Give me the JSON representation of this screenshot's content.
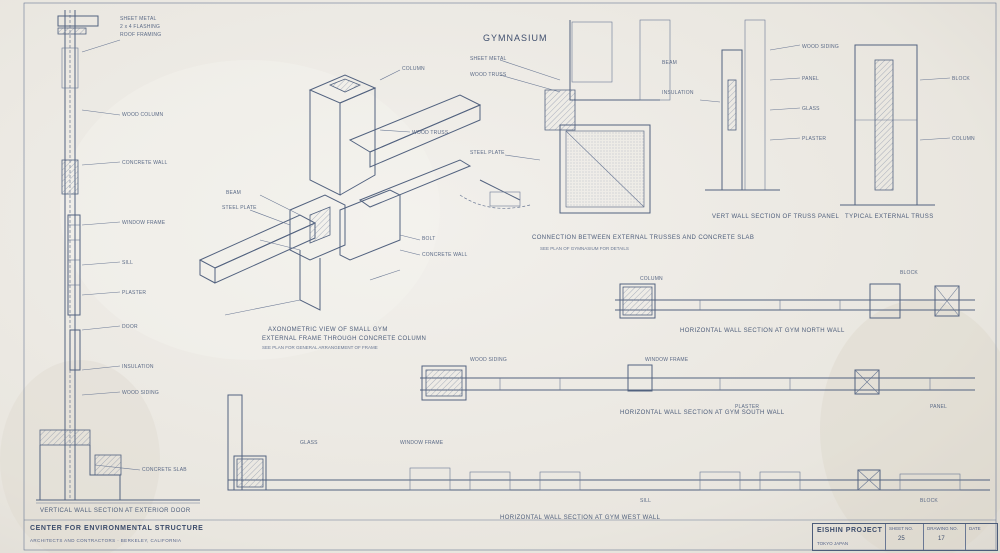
{
  "gym_title": "GYMNASIUM",
  "title_block": {
    "name": "CENTER FOR ENVIRONMENTAL STRUCTURE",
    "sub": "ARCHITECTS AND CONTRACTORS · BERKELEY, CALIFORNIA",
    "project": "EISHIN PROJECT",
    "location": "TOKYO JAPAN",
    "sheet_label": "SHEET NO.",
    "sheet_no": "25",
    "drawing_label": "DRAWING NO.",
    "drawing_no": "17",
    "date_label": "DATE"
  },
  "captions": {
    "axonometric": "AXONOMETRIC VIEW OF SMALL GYM",
    "axonometric_sub": "EXTERNAL FRAME THROUGH CONCRETE COLUMN",
    "axonometric_note": "SEE PLAN FOR GENERAL ARRANGEMENT OF FRAME",
    "vertical_wall": "VERTICAL WALL SECTION AT EXTERIOR DOOR",
    "connection": "CONNECTION BETWEEN EXTERNAL TRUSSES AND CONCRETE SLAB",
    "connection_sub": "SEE PLAN OF GYMNASIUM FOR DETAILS",
    "vert_wall_rt": "VERT WALL SECTION OF TRUSS PANEL",
    "truss_label": "TYPICAL EXTERNAL TRUSS",
    "hws_north": "HORIZONTAL WALL SECTION AT GYM NORTH WALL",
    "hws_south": "HORIZONTAL WALL SECTION AT GYM SOUTH WALL",
    "hws_west": "HORIZONTAL WALL SECTION AT GYM WEST WALL"
  },
  "notes": {
    "n1": "SHEET METAL",
    "n2": "2 x 4 FLASHING",
    "n3": "ROOF FRAMING",
    "n4": "WOOD COLUMN",
    "n5": "CONCRETE WALL",
    "n6": "WINDOW FRAME",
    "n7": "SILL",
    "n8": "PLASTER",
    "n9": "DOOR",
    "n10": "CONCRETE SLAB",
    "n11": "WOOD TRUSS",
    "n12": "STEEL PLATE",
    "n13": "BOLT",
    "n14": "INSULATION",
    "n15": "GLASS",
    "n16": "WOOD SIDING",
    "n17": "PANEL",
    "n18": "BLOCK",
    "n19": "COLUMN",
    "n20": "BEAM"
  }
}
